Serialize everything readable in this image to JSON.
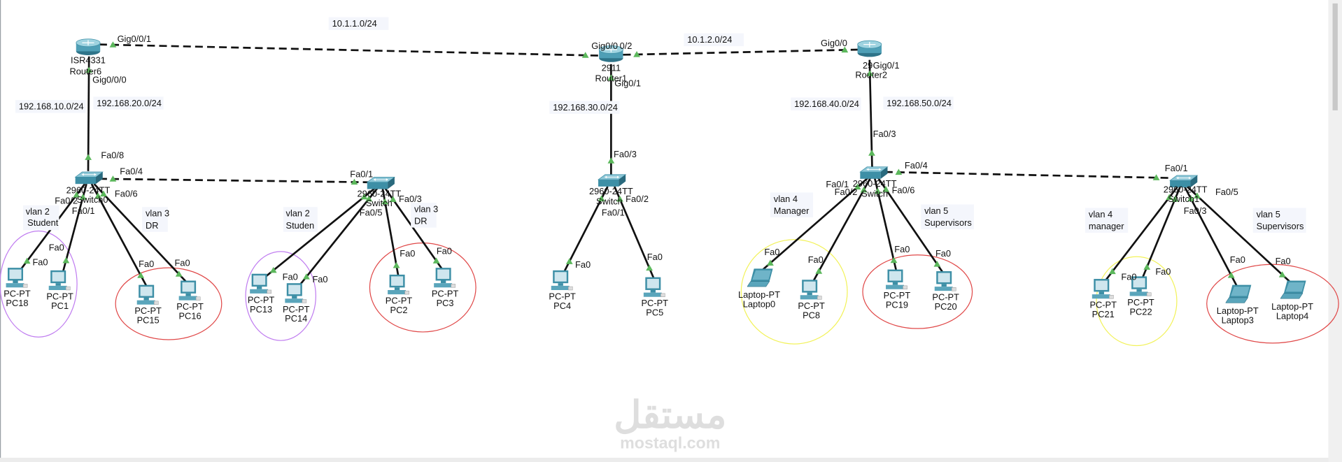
{
  "colors": {
    "link": "#111111",
    "port_up": "#5cb85c",
    "purple_area": "#c07df0",
    "red_area": "#e04848",
    "yellow_area": "#f2f25a",
    "device": "#3d8fa6"
  },
  "networks": [
    "10.1.1.0/24",
    "10.1.2.0/24",
    "192.168.10.0/24",
    "192.168.20.0/24",
    "192.168.30.0/24",
    "192.168.40.0/24",
    "192.168.50.0/24"
  ],
  "routers": [
    {
      "model": "ISR4331",
      "name": "Router6"
    },
    {
      "model": "2911",
      "name": "Router1"
    },
    {
      "model": "29",
      "name": "Router2"
    }
  ],
  "switches": [
    {
      "model": "2960-24TT",
      "name": "Switch0"
    },
    {
      "model": "2960-24TT",
      "name": "Switch"
    },
    {
      "model": "2960-24TT",
      "name": "Switch"
    },
    {
      "model": "2960-24TT",
      "name": "Switch"
    },
    {
      "model": "2960-24TT",
      "name": "Switch1"
    }
  ],
  "end_devices": [
    {
      "model": "PC-PT",
      "name": "PC18"
    },
    {
      "model": "PC-PT",
      "name": "PC1"
    },
    {
      "model": "PC-PT",
      "name": "PC15"
    },
    {
      "model": "PC-PT",
      "name": "PC16"
    },
    {
      "model": "PC-PT",
      "name": "PC13"
    },
    {
      "model": "PC-PT",
      "name": "PC14"
    },
    {
      "model": "PC-PT",
      "name": "PC2"
    },
    {
      "model": "PC-PT",
      "name": "PC3"
    },
    {
      "model": "PC-PT",
      "name": "PC4"
    },
    {
      "model": "PC-PT",
      "name": "PC5"
    },
    {
      "model": "Laptop-PT",
      "name": "Laptop0"
    },
    {
      "model": "PC-PT",
      "name": "PC8"
    },
    {
      "model": "PC-PT",
      "name": "PC19"
    },
    {
      "model": "PC-PT",
      "name": "PC20"
    },
    {
      "model": "PC-PT",
      "name": "PC21"
    },
    {
      "model": "PC-PT",
      "name": "PC22"
    },
    {
      "model": "Laptop-PT",
      "name": "Laptop3"
    },
    {
      "model": "Laptop-PT",
      "name": "Laptop4"
    }
  ],
  "vlan_notes": [
    {
      "l1": "vlan 2",
      "l2": "Student"
    },
    {
      "l1": "vlan 3",
      "l2": "DR"
    },
    {
      "l1": "vlan 2",
      "l2": "Studen"
    },
    {
      "l1": "vlan 3",
      "l2": "DR"
    },
    {
      "l1": "vlan 4",
      "l2": "Manager"
    },
    {
      "l1": "vlan 5",
      "l2": "Supervisors"
    },
    {
      "l1": "vlan 4",
      "l2": "manager"
    },
    {
      "l1": "vlan 5",
      "l2": "Supervisors"
    }
  ],
  "ports": [
    "Gig0/0/1",
    "Gig0/0/0",
    "Fa0/8",
    "Fa0/4",
    "Fa0/6",
    "Fa0/2",
    "Fa0/1",
    "Fa0/1",
    "Fa0/3",
    "Fa0/5",
    "Gig0/0",
    "0/2",
    "Gig0/1",
    "Fa0/3",
    "Fa0/2",
    "Fa0/1",
    "Gig0/0",
    "Gig0/1",
    "Fa0/3",
    "Fa0/4",
    "Fa0/6",
    "Fa0/2",
    "Fa0/1",
    "Fa0/5",
    "Fa0/3",
    "Fa0"
  ],
  "watermark": {
    "arabic": "مستقل",
    "latin": "mostaql.com"
  }
}
